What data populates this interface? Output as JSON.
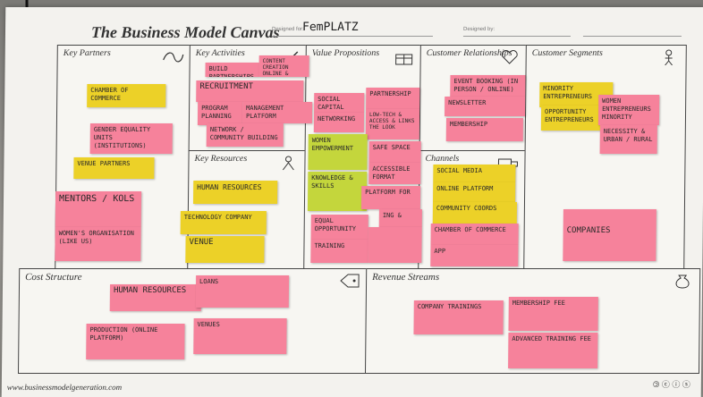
{
  "board": {
    "title": "The Business Model Canvas",
    "designed_for_label": "Designed for:",
    "designed_for_value": "FemPLATZ",
    "designed_by_label": "Designed by:",
    "footer_url": "www.businessmodelgeneration.com",
    "license_icons": "🄯 ⓒ ⓘ ⓢ"
  },
  "blocks": {
    "key_partners": "Key Partners",
    "key_activities": "Key Activities",
    "key_resources": "Key Resources",
    "value_propositions": "Value Propositions",
    "customer_relationships": "Customer Relationships",
    "channels": "Channels",
    "customer_segments": "Customer Segments",
    "cost_structure": "Cost Structure",
    "revenue_streams": "Revenue Streams"
  },
  "notes": {
    "kp_chamber": "CHAMBER OF COMMERCE",
    "kp_gender": "GENDER EQUALITY UNITS (INSTITUTIONS)",
    "kp_venue": "VENUE PARTNERS",
    "kp_mentors": "MENTORS / KOLs",
    "kp_women_org": "WOMEN'S ORGANISATION (LIKE US)",
    "ka_build": "BUILD PARTNERSHIPS",
    "ka_content": "CONTENT CREATION ONLINE & OFFLINE",
    "ka_recruitment": "RECRUITMENT",
    "ka_program": "PROGRAM PLANNING",
    "ka_management": "MANAGEMENT PLATFORM",
    "ka_network": "NETWORK / COMMUNITY BUILDING",
    "kr_hr": "HUMAN RESOURCES",
    "kr_tech": "TECHNOLOGY COMPANY",
    "kr_venue": "VENUE",
    "vp_social": "SOCIAL CAPITAL",
    "vp_networking": "NETWORKING",
    "vp_partnership": "PARTNERSHIP",
    "vp_low_tech": "LOW-TECH & ACCESS & LINKS THE LOOK",
    "vp_women_emp": "WOMEN EMPOWERMENT",
    "vp_knowledge": "KNOWLEDGE & SKILLS",
    "vp_safe": "SAFE SPACE",
    "vp_accessible": "ACCESSIBLE FORMAT",
    "vp_platform": "PLATFORM FOR",
    "vp_ing": "ING &",
    "vp_equal": "EQUAL OPPORTUNITY",
    "vp_training": "TRAINING",
    "cr_events": "EVENT BOOKING (IN PERSON / ONLINE)",
    "cr_newsletter": "NEWSLETTER",
    "cr_membership": "MEMBERSHIP",
    "ch_social": "SOCIAL MEDIA",
    "ch_online": "ONLINE PLATFORM",
    "ch_community": "COMMUNITY COORDS",
    "ch_chamber": "CHAMBER OF COMMERCE",
    "ch_app": "APP",
    "cs_minority": "MINORITY ENTREPRENEURS",
    "cs_opportunity": "OPPORTUNITY ENTREPRENEURS",
    "cs_women": "WOMEN ENTREPRENEURS MINORITY",
    "cs_necessity": "NECESSITY & URBAN / RURAL",
    "cs_companies": "COMPANIES",
    "cost_hr": "HUMAN RESOURCES",
    "cost_loans": "LOANS",
    "cost_production": "PRODUCTION (ONLINE PLATFORM)",
    "cost_venues": "VENUES",
    "rev_company": "COMPANY TRAININGS",
    "rev_membership": "MEMBERSHIP FEE",
    "rev_advanced": "ADVANCED TRAINING FEE"
  }
}
